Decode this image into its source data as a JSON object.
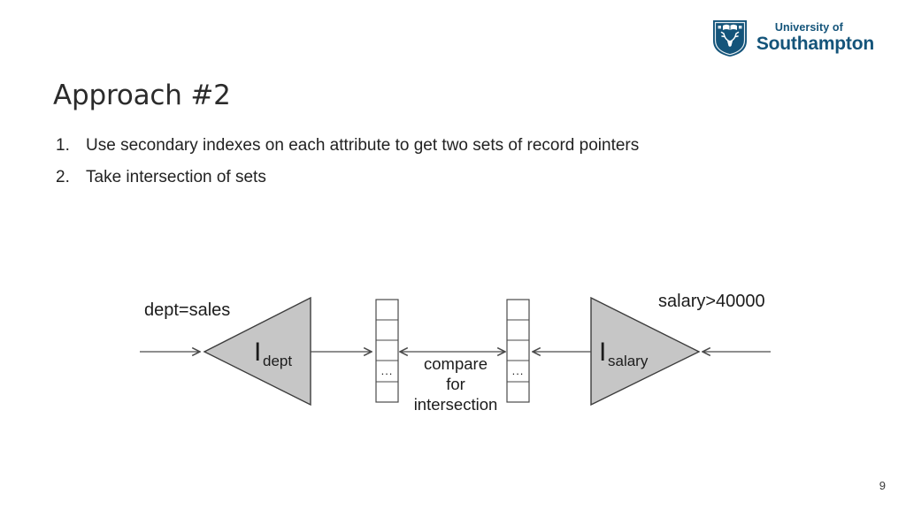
{
  "slide": {
    "title": "Approach #2",
    "steps": [
      {
        "number": "1.",
        "text": "Use secondary indexes on each attribute to get two sets of record pointers"
      },
      {
        "number": "2.",
        "text": "Take intersection of sets"
      }
    ],
    "page_number": "9"
  },
  "logo": {
    "university_line1": "University of",
    "university_line2": "Southampton",
    "brand_color": "#14547a"
  },
  "diagram": {
    "left_condition_label": "dept=sales",
    "right_condition_label": "salary>40000",
    "left_index_symbol": "I",
    "left_index_subscript": "dept",
    "right_index_symbol": "I",
    "right_index_subscript": "salary",
    "compare_label_line1": "compare",
    "compare_label_line2": "for",
    "compare_label_line3": "intersection",
    "left_buffer_ellipsis": "...",
    "right_buffer_ellipsis": "...",
    "triangle_fill_color": "#c6c6c6",
    "triangle_stroke_color": "#3d3d3d",
    "line_color": "#4a4a4a"
  }
}
